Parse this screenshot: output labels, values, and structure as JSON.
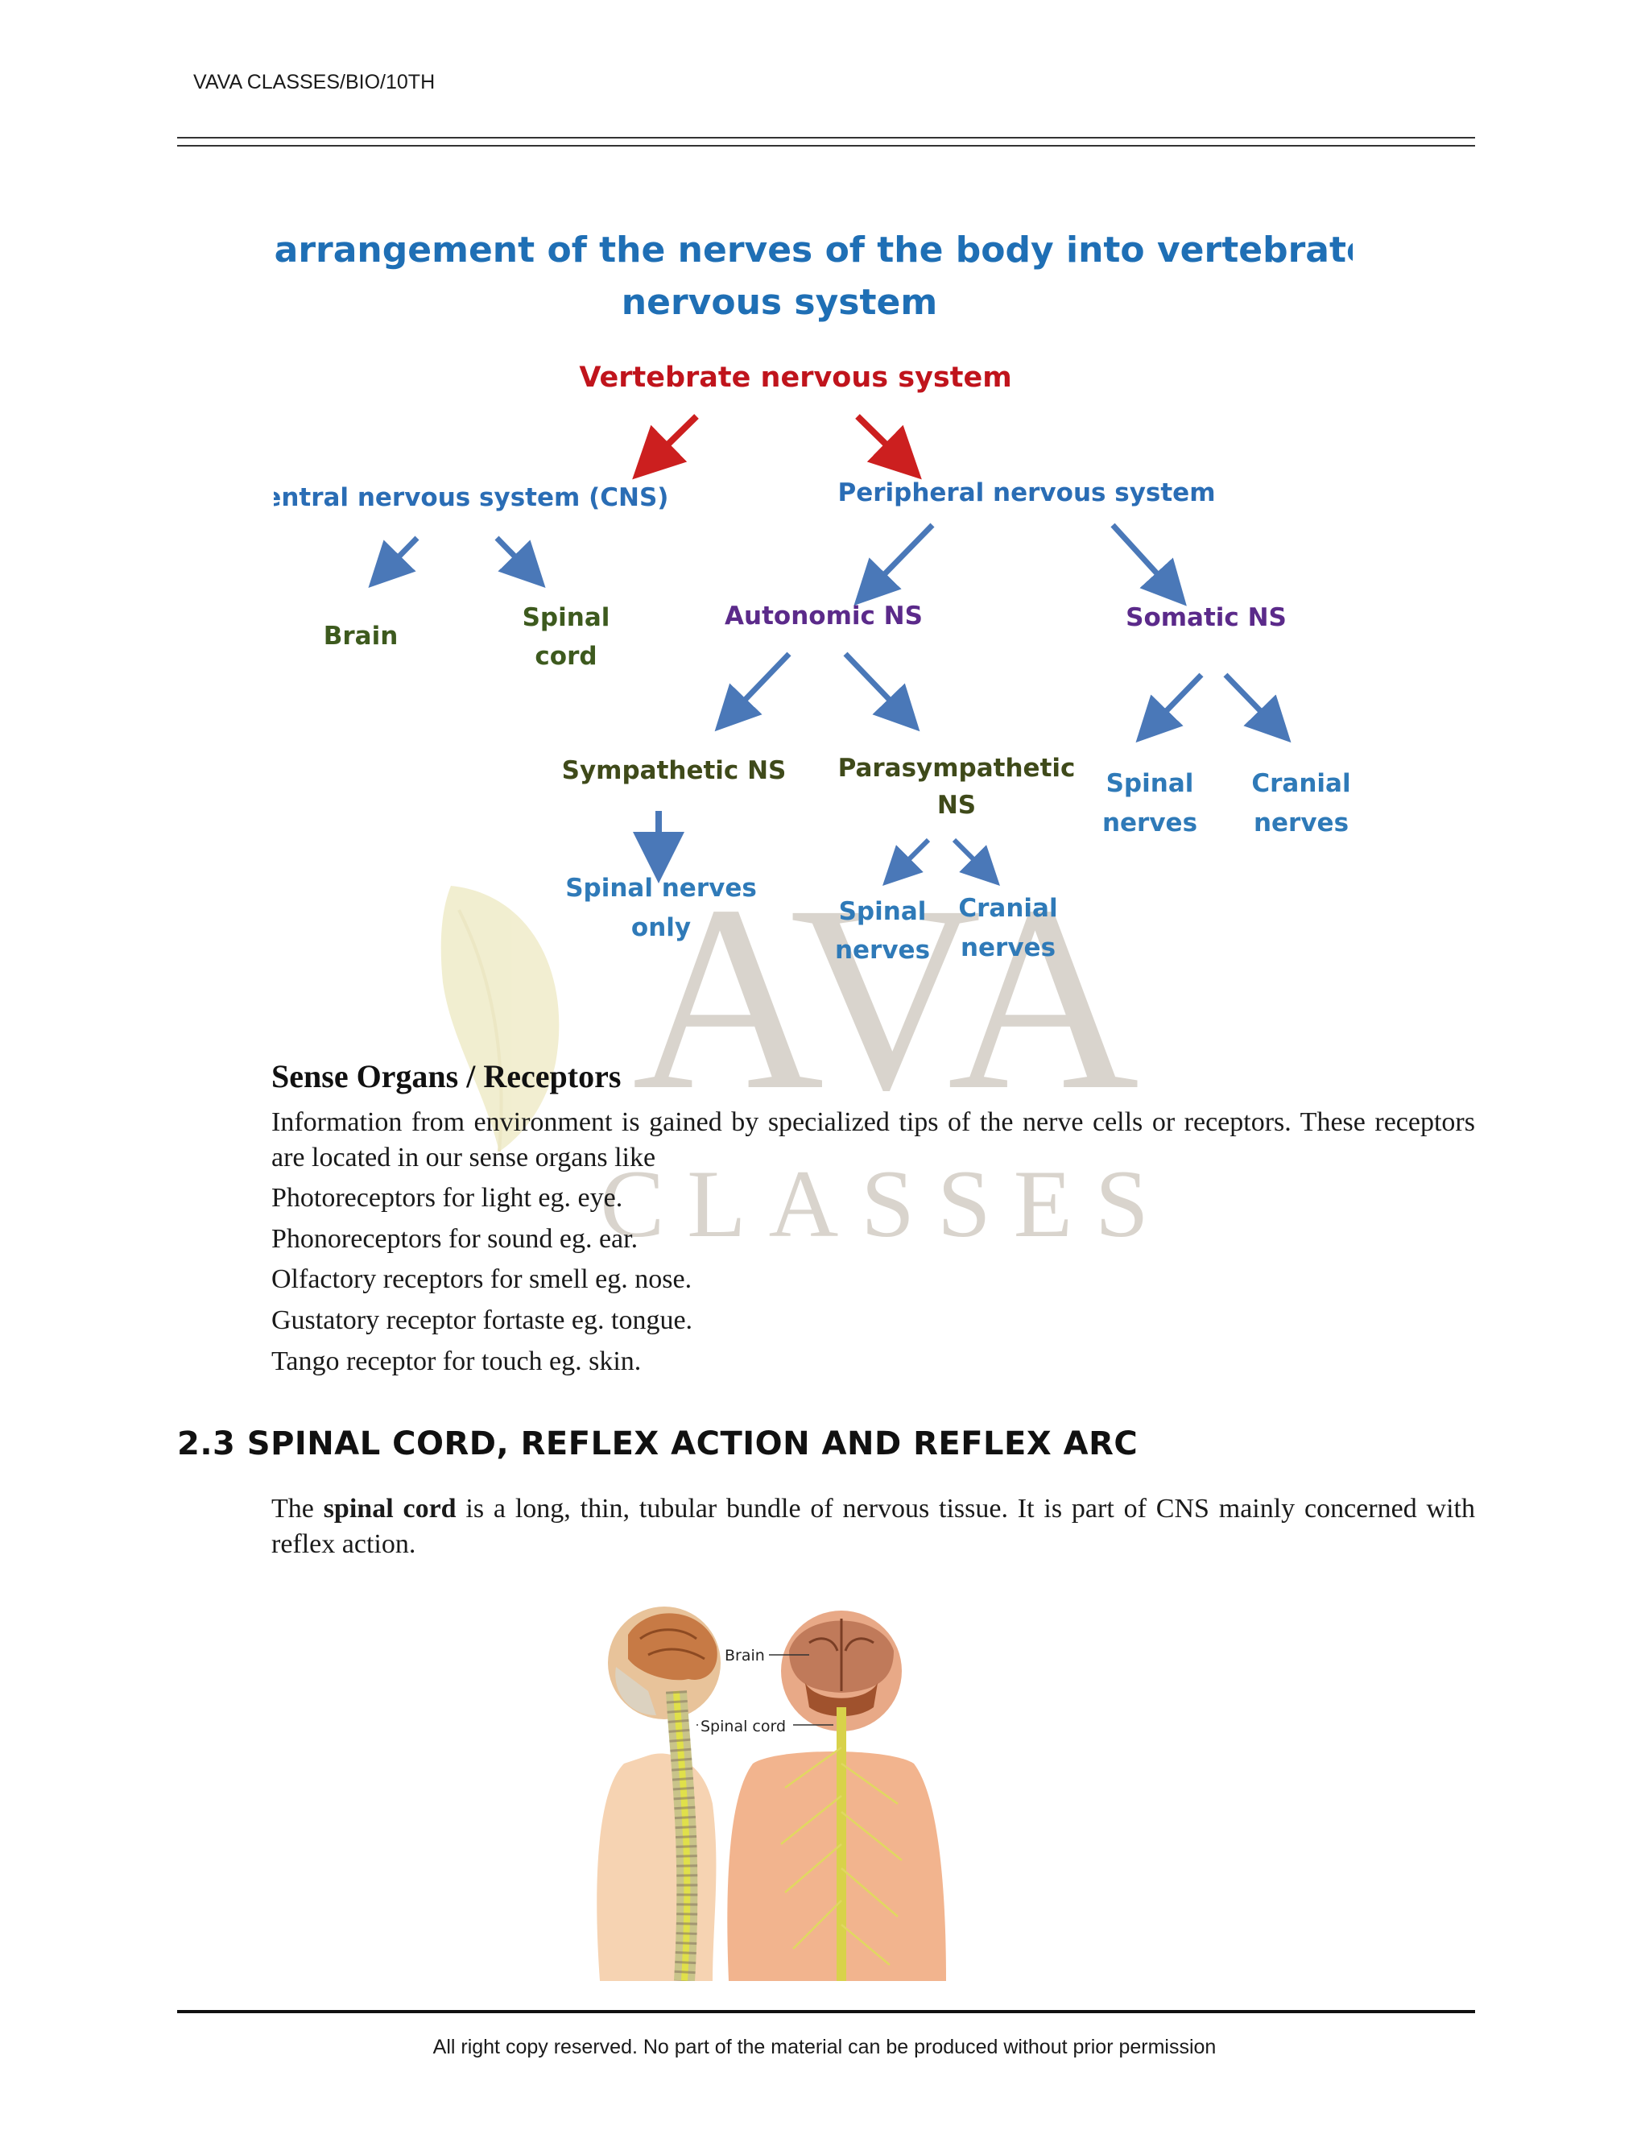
{
  "header": {
    "text": "VAVA CLASSES/BIO/10TH"
  },
  "watermark": {
    "big": "AVA",
    "small": "CLASSES"
  },
  "diagram": {
    "title_line1": "The arrangement of the nerves of the body into vertebrate",
    "title_line2": "nervous system",
    "root": "Vertebrate nervous system",
    "cns": "Central nervous system (CNS)",
    "pns": "Peripheral nervous system",
    "brain": "Brain",
    "spinal_cord_1": "Spinal",
    "spinal_cord_2": "cord",
    "autonomic": "Autonomic NS",
    "somatic": "Somatic NS",
    "sympathetic": "Sympathetic NS",
    "parasympathetic_1": "Parasympathetic",
    "parasympathetic_2": "NS",
    "symp_child_1": "Spinal nerves",
    "symp_child_2": "only",
    "para_spinal_1": "Spinal",
    "para_spinal_2": "nerves",
    "para_cranial_1": "Cranial",
    "para_cranial_2": "nerves",
    "som_spinal_1": "Spinal",
    "som_spinal_2": "nerves",
    "som_cranial_1": "Cranial",
    "som_cranial_2": "nerves",
    "colors": {
      "title": "#1f6fb5",
      "root": "#c0141c",
      "level1": "#2a6db5",
      "cns_child": "#3d5a1e",
      "pns_child": "#5b2a8a",
      "ans_child": "#3f4a1a",
      "leaf": "#2f7ab8",
      "arrow_red": "#cc1f1f",
      "arrow_blue": "#4a78b8"
    }
  },
  "sense": {
    "title": "Sense Organs / Receptors",
    "intro": "Information from environment is gained by specialized tips of the nerve cells or receptors. These receptors are located in our sense organs like",
    "items": [
      "Photoreceptors for light eg. eye.",
      "Phonoreceptors for sound eg. ear.",
      "Olfactory receptors for smell eg. nose.",
      "Gustatory receptor fortaste eg. tongue.",
      "Tango receptor for touch eg. skin."
    ]
  },
  "section": {
    "heading": "2.3 SPINAL CORD, REFLEX ACTION AND REFLEX ARC",
    "para_pre": "The ",
    "para_bold": "spinal cord",
    "para_post": " is a long, thin, tubular bundle of nervous tissue. It is part of CNS mainly concerned with reflex action."
  },
  "figure": {
    "label_brain": "Brain",
    "label_spinal": "Spinal cord"
  },
  "footer": {
    "text": "All right copy reserved. No part of the material can be produced without prior permission"
  }
}
